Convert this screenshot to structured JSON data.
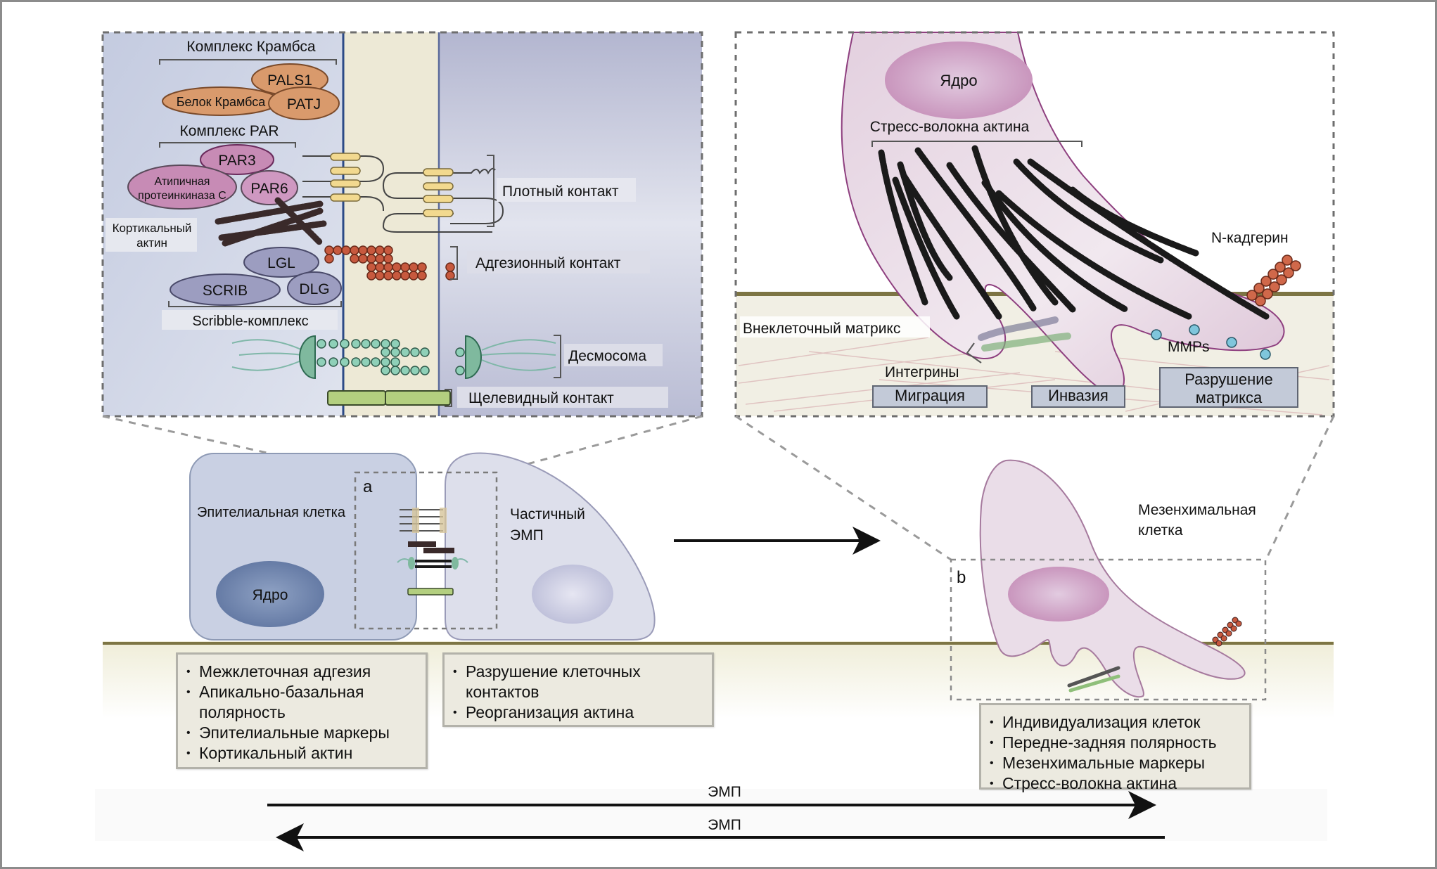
{
  "panel_a": {
    "crumbs_complex_title": "Комплекс Крамбса",
    "pals1": "PALS1",
    "crumbs_protein": "Белок Крамбса",
    "patj": "PATJ",
    "par_complex_title": "Комплекс PAR",
    "par3": "PAR3",
    "apkc_line1": "Атипичная",
    "apkc_line2": "протеинкиназа С",
    "par6": "PAR6",
    "cortical_actin_line1": "Кортикальный",
    "cortical_actin_line2": "актин",
    "lgl": "LGL",
    "scrib": "SCRIB",
    "dlg": "DLG",
    "scribble_complex": "Scribble-комплекс",
    "tight_junction": "Плотный контакт",
    "adherens_junction": "Адгезионный контакт",
    "desmosome": "Десмосома",
    "gap_junction": "Щелевидный контакт"
  },
  "panel_b": {
    "nucleus": "Ядро",
    "stress_fibers": "Стресс-волокна актина",
    "n_cadherin": "N-кадгерин",
    "ecm": "Внеклеточный матрикс",
    "integrins": "Интегрины",
    "mmps": "MMPs",
    "migration": "Миграция",
    "invasion": "Инвазия",
    "matrix_degradation_line1": "Разрушение",
    "matrix_degradation_line2": "матрикса"
  },
  "cells": {
    "epithelial_label": "Эпителиальная клетка",
    "epithelial_nucleus": "Ядро",
    "inset_a_letter": "a",
    "partial_emt_line1": "Частичный",
    "partial_emt_line2": "ЭМП",
    "mesenchymal_line1": "Мезенхимальная",
    "mesenchymal_line2": "клетка",
    "inset_b_letter": "b"
  },
  "lists": {
    "epithelial": [
      "Межклеточная адгезия",
      "Апикально-базальная полярность",
      "Эпителиальные маркеры",
      "Кортикальный актин"
    ],
    "partial": [
      "Разрушение клеточных контактов",
      "Реорганизация актина"
    ],
    "mesenchymal": [
      "Индивидуализация клеток",
      "Передне-задняя полярность",
      "Мезенхимальные маркеры",
      "Стресс-волокна актина"
    ]
  },
  "transitions": {
    "forward_label": "ЭМП",
    "reverse_label": "ЭМП"
  },
  "colors": {
    "epithelial_cell": "#c9d0e3",
    "epithelial_nucleus": "#6f84ad",
    "mesenchymal_cell": "#e9dbe6",
    "mesenchymal_nucleus": "#c58bb7",
    "crumbs_protein": "#d99a6c",
    "par_protein": "#c78bb5",
    "scribble_protein": "#9c9dc0",
    "ground_line": "#7d7544",
    "ecm_fill": "#f1efe4",
    "list_box": "#eceae0",
    "tag_box": "#c3cad8"
  }
}
